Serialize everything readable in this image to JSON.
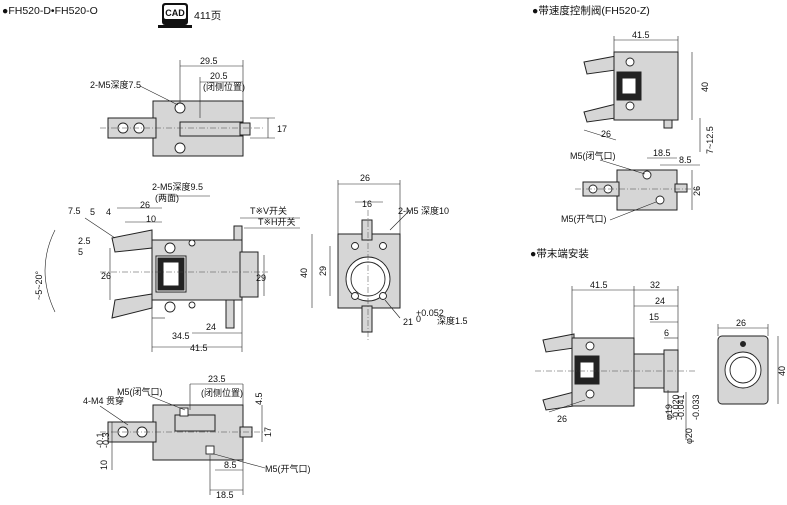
{
  "header": {
    "model": "●FH520-D•FH520-O",
    "cad_badge": "CAD",
    "cad_page": "411页"
  },
  "sections": {
    "speed_valve": "●带速度控制阀(FH520-Z)",
    "end_mount": "●带末端安装"
  },
  "top_view": {
    "dims": [
      "29.5",
      "20.5",
      "(闭侧位置)",
      "17",
      "2-M5深度7.5"
    ]
  },
  "front_view": {
    "dims": [
      "2-M5深度9.5",
      "(两面)",
      "T※V开关",
      "T※H开关",
      "7.5",
      "5",
      "4",
      "26",
      "10",
      "2.5",
      "5",
      "26",
      "29",
      "34.5",
      "24",
      "41.5",
      "~5~20°"
    ]
  },
  "side_view": {
    "dims": [
      "26",
      "16",
      "2-M5 深度10",
      "40",
      "29",
      "21",
      "+0.052",
      "0",
      "深度1.5"
    ]
  },
  "bottom_view": {
    "dims": [
      "M5(闭气口)",
      "23.5",
      "(闭侧位置)",
      "4-M4 贯穿",
      "4.5",
      "17",
      "10",
      "-0.1",
      "-0.3",
      "8.5",
      "M5(开气口)",
      "18.5"
    ]
  },
  "speed_valve_view": {
    "dims": [
      "41.5",
      "40",
      "26",
      "7~12.5",
      "M5(闭气口)",
      "18.5",
      "8.5",
      "26",
      "M5(开气口)"
    ]
  },
  "end_mount_view": {
    "dims": [
      "41.5",
      "32",
      "24",
      "15",
      "6",
      "26",
      "φ19",
      "-0.020",
      "-0.041",
      "φ20",
      "-0.033",
      "26",
      "40"
    ]
  }
}
